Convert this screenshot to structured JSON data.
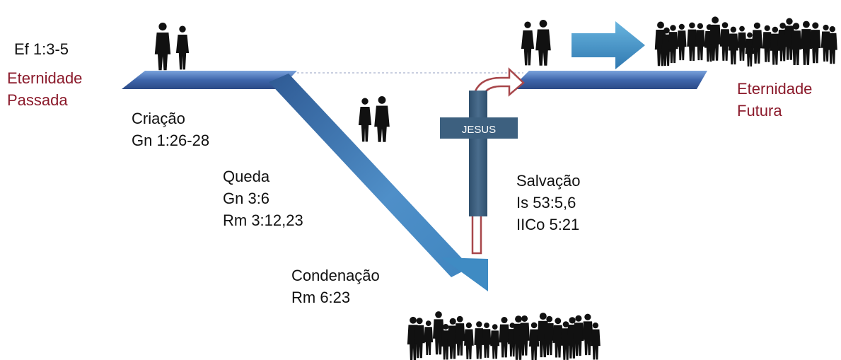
{
  "colors": {
    "beam": "#3e63a6",
    "beam_light": "#6f9bd6",
    "cross": "#3a5b78",
    "arrow": "#3f8fbf",
    "curve": "#a8474b",
    "silhouette": "#111111",
    "eternity_label": "#8b1a2b",
    "text": "#111111"
  },
  "labels": {
    "past_ref": "Ef 1:3-5",
    "past_title": "Eternidade",
    "past_title2": "Passada",
    "future_title": "Eternidade",
    "future_title2": "Futura",
    "creation": "Criação",
    "creation_ref": "Gn 1:26-28",
    "fall": "Queda",
    "fall_ref1": "Gn 3:6",
    "fall_ref2": "Rm 3:12,23",
    "condemnation": "Condenação",
    "condemnation_ref": "Rm 6:23",
    "salvation": "Salvação",
    "salvation_ref1": "Is 53:5,6",
    "salvation_ref2": "IICo 5:21",
    "cross_label": "JESUS"
  },
  "icons": {
    "couple_past": "couple-silhouette-icon",
    "couple_fall": "couple-silhouette-icon",
    "couple_future": "couple-silhouette-icon",
    "crowd_condemned": "crowd-silhouette-icon",
    "crowd_saved": "crowd-silhouette-icon",
    "arrow_forward": "right-arrow-icon"
  }
}
